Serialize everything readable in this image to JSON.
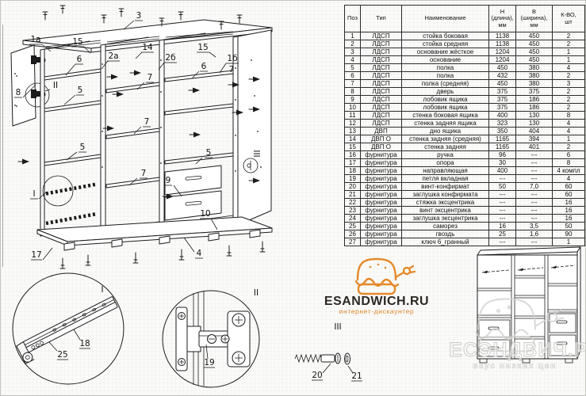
{
  "colors": {
    "line": "#1c1c1c",
    "accent_orange": "#e5892b",
    "watermark_gray": "#c9c9c6"
  },
  "table": {
    "headers": {
      "pos": "Поз",
      "type": "Тип",
      "name": "Наименование",
      "h1": "Н",
      "h2": "(длина),",
      "h3": "мм",
      "b1": "В",
      "b2": "(ширина),",
      "b3": "мм",
      "q1": "К-ВО,",
      "q2": "шт"
    },
    "rows": [
      [
        "1",
        "ЛДСП",
        "стойка боковая",
        "1138",
        "450",
        "2"
      ],
      [
        "2",
        "ЛДСП",
        "стойка средняя",
        "1138",
        "450",
        "2"
      ],
      [
        "3",
        "ЛДСП",
        "основание жёсткое",
        "1204",
        "450",
        "1"
      ],
      [
        "4",
        "ЛДСП",
        "основание",
        "1204",
        "450",
        "1"
      ],
      [
        "5",
        "ЛДСП",
        "полка",
        "450",
        "380",
        "4"
      ],
      [
        "6",
        "ЛДСП",
        "полка",
        "432",
        "380",
        "2"
      ],
      [
        "7",
        "ЛДСП",
        "полка (средняя)",
        "450",
        "380",
        "3"
      ],
      [
        "8",
        "ЛДСП",
        "дверь",
        "375",
        "375",
        "2"
      ],
      [
        "9",
        "ЛДСП",
        "лобовик ящика",
        "375",
        "186",
        "2"
      ],
      [
        "10",
        "ЛДСП",
        "лобовик ящика",
        "375",
        "186",
        "2"
      ],
      [
        "11",
        "ЛДСП",
        "стенка боковая ящика",
        "400",
        "130",
        "8"
      ],
      [
        "12",
        "ЛДСП",
        "стенка задняя ящика",
        "323",
        "130",
        "4"
      ],
      [
        "13",
        "ДВП",
        "дно ящика",
        "350",
        "404",
        "4"
      ],
      [
        "14",
        "ДВП О",
        "стенка задняя (средняя)",
        "1165",
        "394",
        "1"
      ],
      [
        "15",
        "ДВП О",
        "стенка задняя",
        "1165",
        "401",
        "2"
      ],
      [
        "16",
        "фурнитура",
        "ручка",
        "96",
        "---",
        "6"
      ],
      [
        "17",
        "фурнитура",
        "опора",
        "30",
        "---",
        "8"
      ],
      [
        "18",
        "фурнитура",
        "направляющая",
        "400",
        "---",
        "4 компл"
      ],
      [
        "19",
        "фурнитура",
        "петля вкладная",
        "---",
        "---",
        "4"
      ],
      [
        "20",
        "фурнитура",
        "винт-конфирмат",
        "50",
        "7,0",
        "60"
      ],
      [
        "21",
        "фурнитура",
        "заглушка конфирмата",
        "---",
        "---",
        "60"
      ],
      [
        "22",
        "фурнитура",
        "стяжка эксцентрика",
        "---",
        "---",
        "16"
      ],
      [
        "23",
        "фурнитура",
        "винт эксцентрика",
        "---",
        "---",
        "16"
      ],
      [
        "24",
        "фурнитура",
        "заглушка эксцентрика",
        "---",
        "---",
        "16"
      ],
      [
        "25",
        "фурнитура",
        "саморез",
        "16",
        "3,5",
        "50"
      ],
      [
        "26",
        "фурнитура",
        "гвоздь",
        "25",
        "1,6",
        "90"
      ],
      [
        "27",
        "фурнитура",
        "ключ 6_гранный",
        "---",
        "---",
        "1"
      ]
    ]
  },
  "drawing": {
    "callouts": [
      "3",
      "1a",
      "15",
      "6",
      "2a",
      "14",
      "2б",
      "15",
      "6",
      "1б",
      "7",
      "8",
      "II",
      "5",
      "7",
      "5",
      "7",
      "7",
      "5",
      "I",
      "9",
      "10",
      "17",
      "4",
      "III",
      "I",
      "18",
      "25",
      "II",
      "19",
      "III",
      "20",
      "21"
    ]
  },
  "logo": {
    "title": "ESANDWICH.RU",
    "subtitle": "интернет-дискаунтер"
  },
  "watermark": {
    "title": "ЕСЭНДВИЧ.РУ",
    "subtitle": "вкус низких цен"
  }
}
